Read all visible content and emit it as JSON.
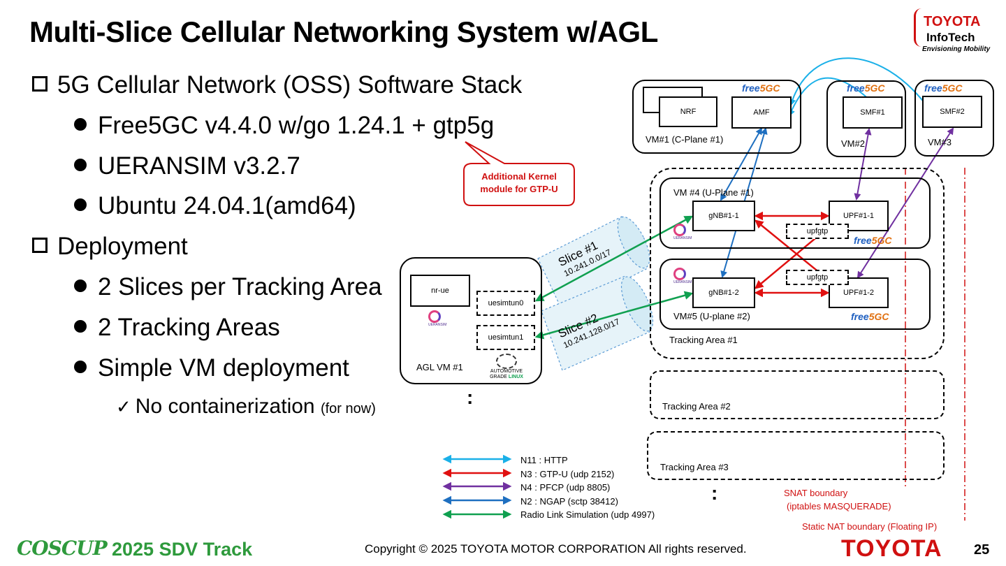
{
  "title": "Multi-Slice Cellular Networking System w/AGL",
  "bullets": {
    "stack": "5G Cellular Network (OSS) Software Stack",
    "free5gc": "Free5GC v4.4.0 w/go 1.24.1 + gtp5g",
    "ueransim": "UERANSIM v3.2.7",
    "ubuntu": "Ubuntu 24.04.1(amd64)",
    "deployment": "Deployment",
    "slices": "2 Slices per Tracking Area",
    "areas": "2 Tracking Areas",
    "simple": "Simple VM deployment",
    "nocontainer": "No containerization",
    "fornow": "(for now)"
  },
  "callout": "Additional Kernel module for GTP-U",
  "diagram": {
    "vm1_label": "VM#1 (C-Plane #1)",
    "nrf": "NRF",
    "amf": "AMF",
    "smf1": "SMF#1",
    "smf2": "SMF#2",
    "vm2": "VM#2",
    "vm3": "VM#3",
    "vm4": "VM #4 (U-Plane #1)",
    "vm5": "VM#5 (U-plane #2)",
    "gnb11": "gNB#1-1",
    "gnb12": "gNB#1-2",
    "upf11": "UPF#1-1",
    "upf12": "UPF#1-2",
    "upfgtp": "upfgtp",
    "ta1": "Tracking Area #1",
    "ta2": "Tracking Area #2",
    "ta3": "Tracking Area #3",
    "agl_vm": "AGL VM #1",
    "nrue": "nr-ue",
    "uesimtun0": "uesimtun0",
    "uesimtun1": "uesimtun1",
    "slice1": "Slice #1",
    "slice1_net": "10.241.0.0/17",
    "slice2": "Slice #2",
    "slice2_net": "10.241.128.0/17",
    "free5gc_logo_a": "free",
    "free5gc_logo_b": "5GC",
    "ueransim_logo": "UERANSIM",
    "agl_logo_a": "AUTOMOTIVE",
    "agl_logo_b": "GRADE",
    "agl_logo_c": "LINUX",
    "snat": "SNAT boundary",
    "snat2": "(iptables MASQUERADE)",
    "static_nat": "Static NAT boundary  (Floating IP)",
    "ellipsis": ":"
  },
  "legend": [
    {
      "label": "N11 : HTTP",
      "color": "#1ab0e8"
    },
    {
      "label": "N3 : GTP-U (udp 2152)",
      "color": "#e01010"
    },
    {
      "label": "N4 : PFCP (udp 8805)",
      "color": "#7030a0"
    },
    {
      "label": "N2 : NGAP (sctp 38412)",
      "color": "#1e6fc0"
    },
    {
      "label": "Radio Link Simulation (udp 4997)",
      "color": "#10a050"
    }
  ],
  "footer": {
    "coscup": "COSCUP",
    "track": "2025 SDV Track",
    "copyright": "Copyright ©  2025 TOYOTA MOTOR CORPORATION All rights reserved.",
    "toyota": "TOYOTA",
    "page": "25"
  },
  "logo": {
    "line1": "TOYOTA",
    "line2": "InfoTech",
    "line3": "Envisioning Mobility"
  }
}
